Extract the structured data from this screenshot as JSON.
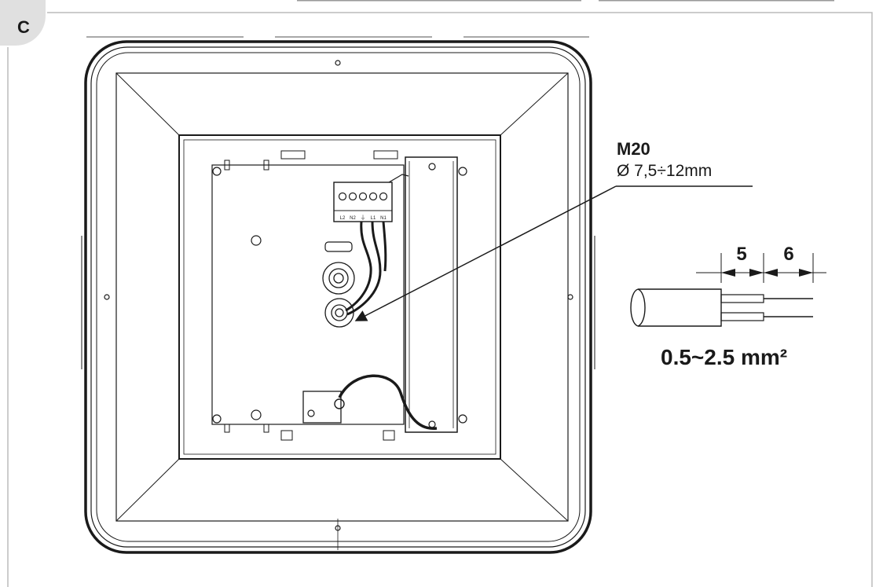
{
  "section_label": "C",
  "gland": {
    "size": "M20",
    "diameter": "Ø 7,5÷12mm"
  },
  "strip": {
    "outer": "5",
    "inner": "6",
    "section": "0.5~2.5 mm²"
  },
  "terminals": [
    "L2",
    "N2",
    "⏚",
    "L1",
    "N1"
  ],
  "colors": {
    "line": "#1a1a1a",
    "frame": "#bbbbbb",
    "badge": "#e0e0e0"
  }
}
